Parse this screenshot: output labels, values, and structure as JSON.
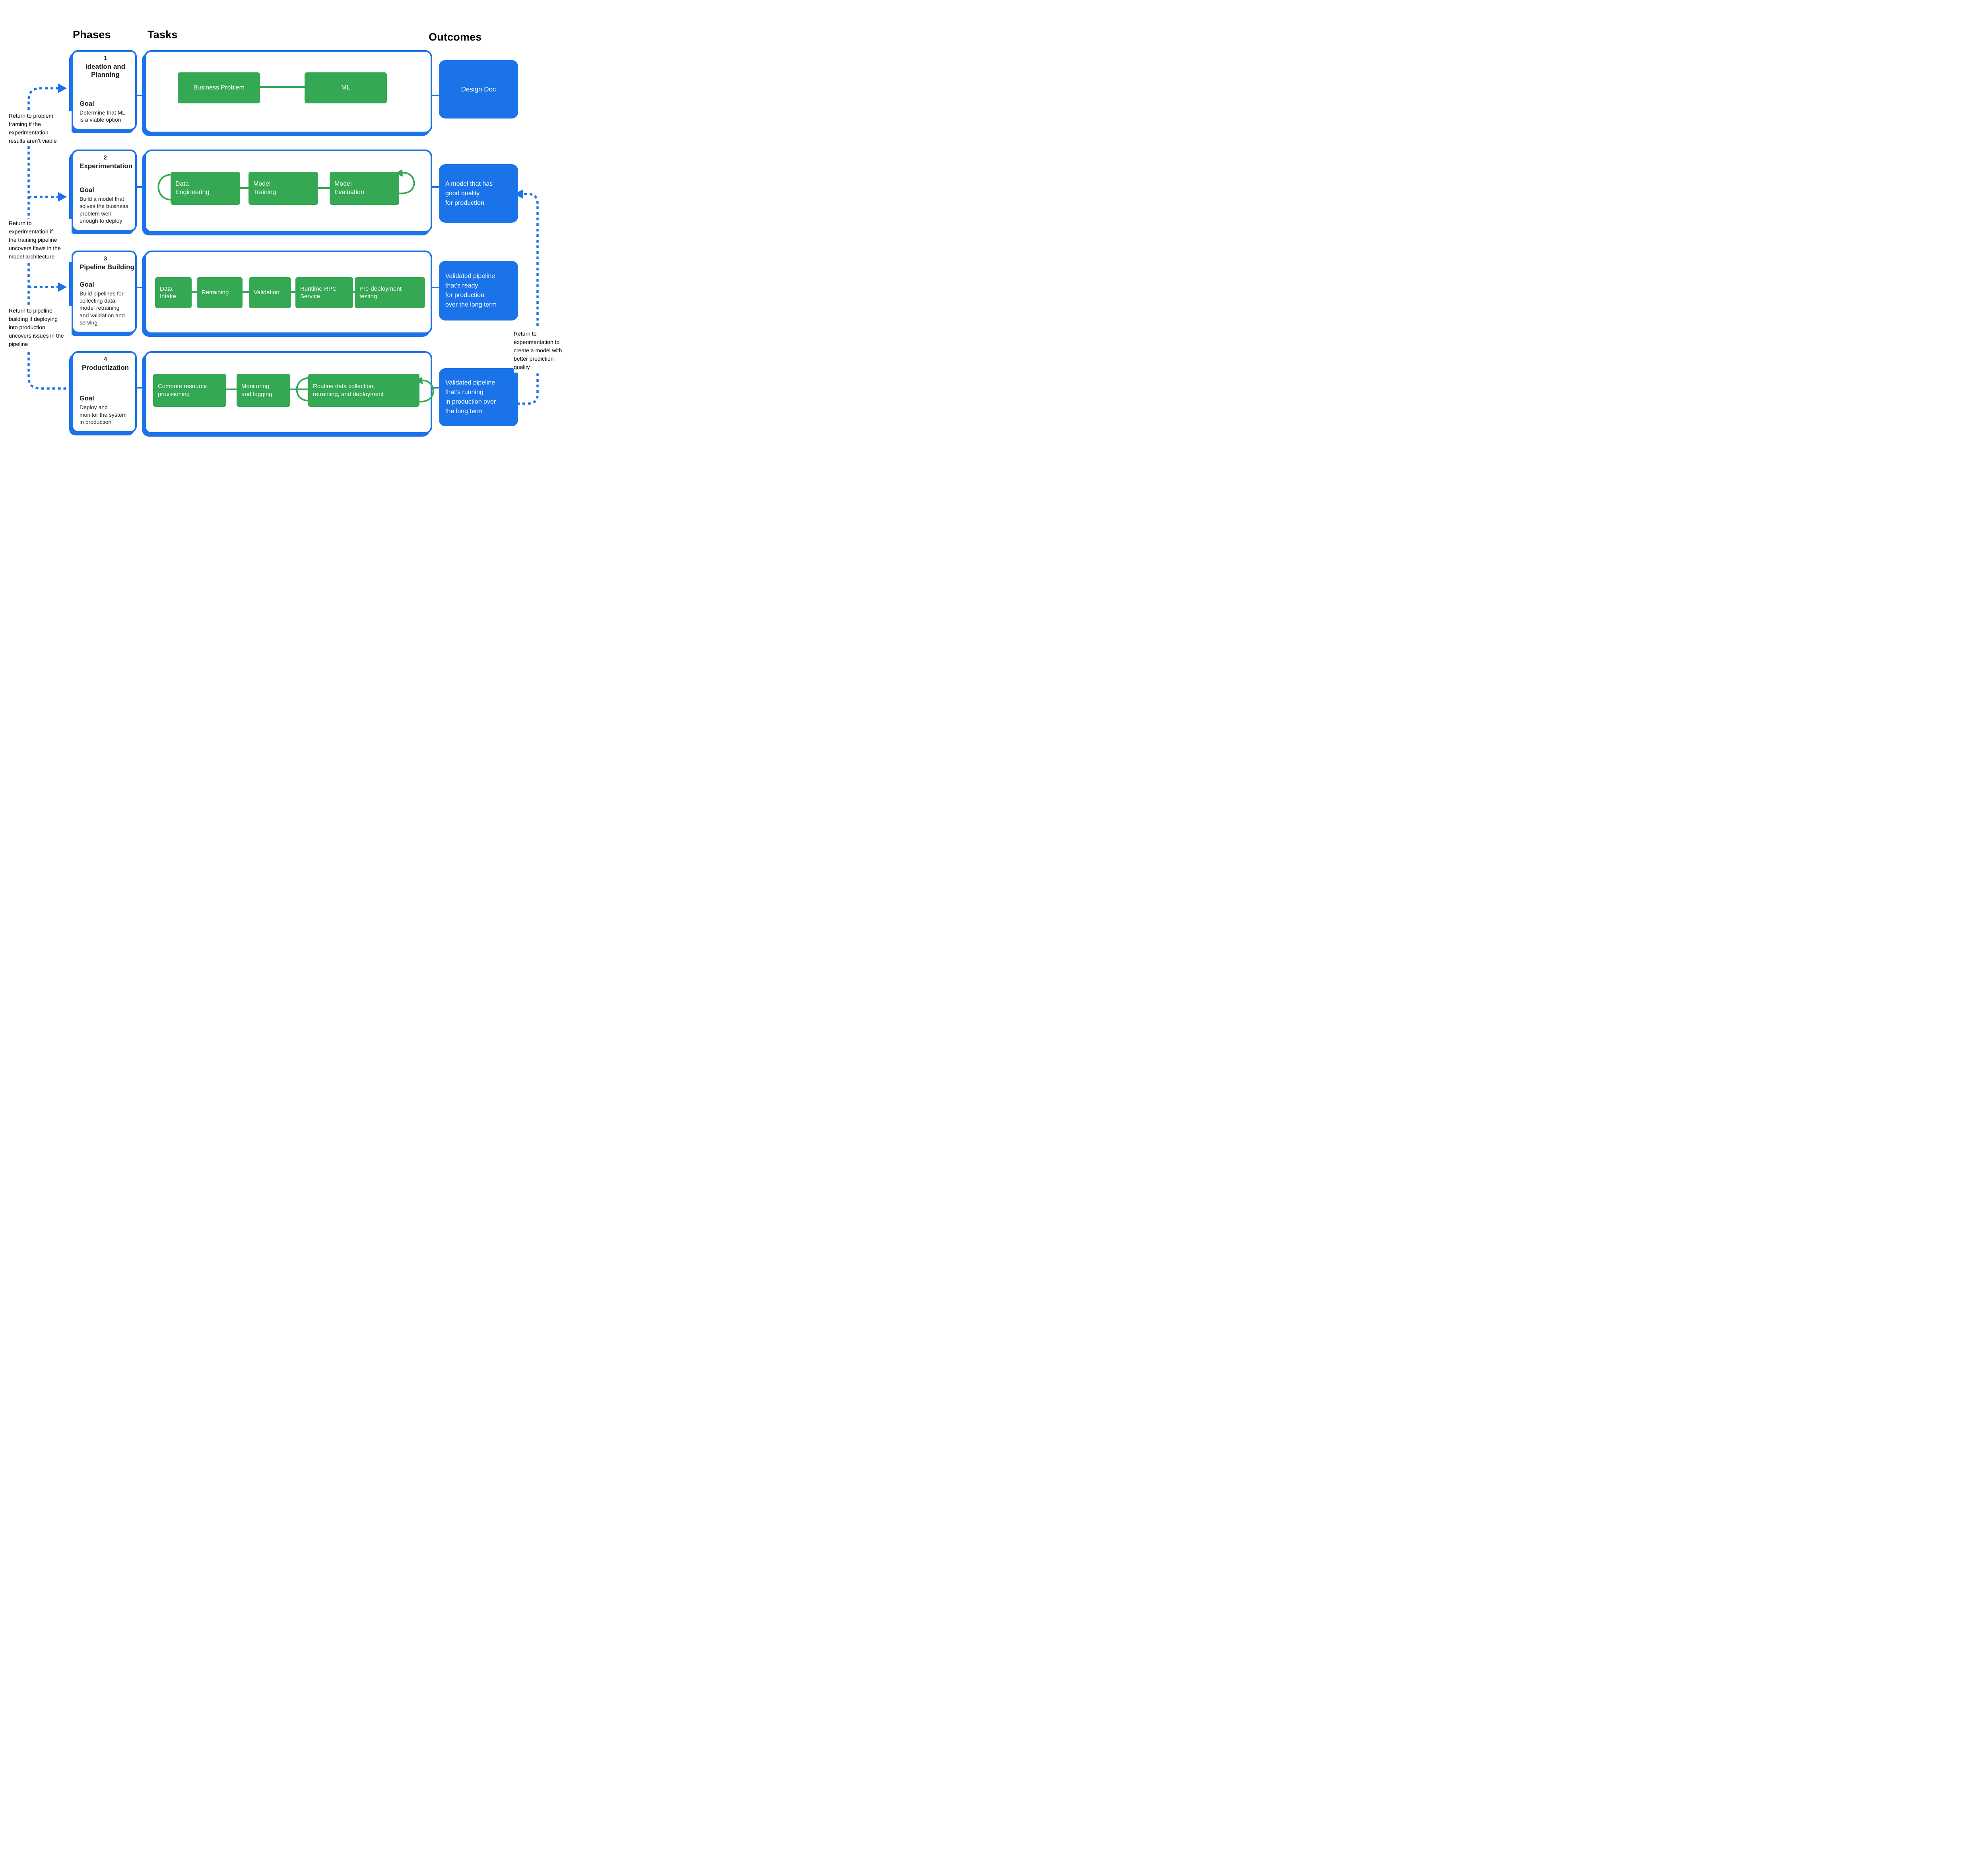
{
  "headers": {
    "phases": "Phases",
    "tasks": "Tasks",
    "outcomes": "Outcomes"
  },
  "colors": {
    "task_green": "#34A853",
    "accent_blue": "#1A73E8",
    "text": "#202124"
  },
  "rows": [
    {
      "phase": {
        "number": "1",
        "title": "Ideation and\nPlanning",
        "goal_label": "Goal",
        "goal": "Determine that ML\nis a viable option"
      },
      "tasks": [
        {
          "label": "Business Problem"
        },
        {
          "label": "ML"
        }
      ],
      "outcome": "Design Doc"
    },
    {
      "phase": {
        "number": "2",
        "title": "Experimentation",
        "goal_label": "Goal",
        "goal": "Build a model that\nsolves the business\nproblem well\nenough to deploy"
      },
      "tasks": [
        {
          "label": "Data\nEngineering"
        },
        {
          "label": "Model\nTraining"
        },
        {
          "label": "Model\nEvaluation"
        }
      ],
      "outcome": "A model that has\ngood quality\nfor production"
    },
    {
      "phase": {
        "number": "3",
        "title": "Pipeline Building",
        "goal_label": "Goal",
        "goal": "Build pipelines for\ncollecting data,\nmodel retraining\nand validation and\nserving"
      },
      "tasks": [
        {
          "label": "Data\nIntake"
        },
        {
          "label": "Retraining"
        },
        {
          "label": "Validation"
        },
        {
          "label": "Runtime RPC\nService"
        },
        {
          "label": "Pre-deployment\ntesting"
        }
      ],
      "outcome": "Validated pipeline\nthat’s ready\nfor production\nover the long term"
    },
    {
      "phase": {
        "number": "4",
        "title": "Productization",
        "goal_label": "Goal",
        "goal": "Deploy and\nmonitor the system\nin production"
      },
      "tasks": [
        {
          "label": "Compute resource\nprovisioning"
        },
        {
          "label": "Monitoring\nand logging"
        },
        {
          "label": "Routine data collection,\nretraining, and deployment"
        }
      ],
      "outcome": "Validated pipeline\nthat’s running\nin production over\nthe long term"
    }
  ],
  "annotations": {
    "left1": "Return to problem\nframing if the\nexperimentation\nresults aren’t viable",
    "left2": "Return to\nexperimentation if\nthe training pipeline\nuncovers flaws in the\nmodel architecture",
    "left3": "Return to pipeline\nbuilding if deploying\ninto production\nuncovers issues in the\npipeline",
    "right1": "Return to\nexperimentation to\ncreate a model with\nbetter prediction\nquality"
  }
}
